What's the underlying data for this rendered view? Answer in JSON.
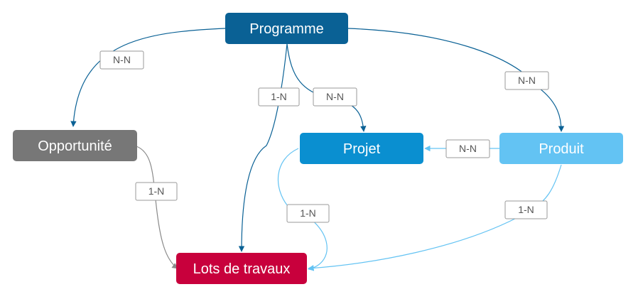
{
  "colors": {
    "programme": "#0a6195",
    "opportunite": "#777777",
    "projet": "#0a8fd0",
    "produit": "#63c3f3",
    "lots": "#c8003c",
    "edge_dark": "#0a6195",
    "edge_grey": "#8a8a8a",
    "edge_light": "#63c3f3"
  },
  "nodes": {
    "programme": "Programme",
    "opportunite": "Opportunité",
    "projet": "Projet",
    "produit": "Produit",
    "lots": "Lots de travaux"
  },
  "edges": {
    "programme_opportunite": "N-N",
    "programme_lots": "1-N",
    "programme_projet": "N-N",
    "programme_produit": "N-N",
    "produit_projet": "N-N",
    "opportunite_lots": "1-N",
    "projet_lots": "1-N",
    "produit_lots": "1-N"
  }
}
